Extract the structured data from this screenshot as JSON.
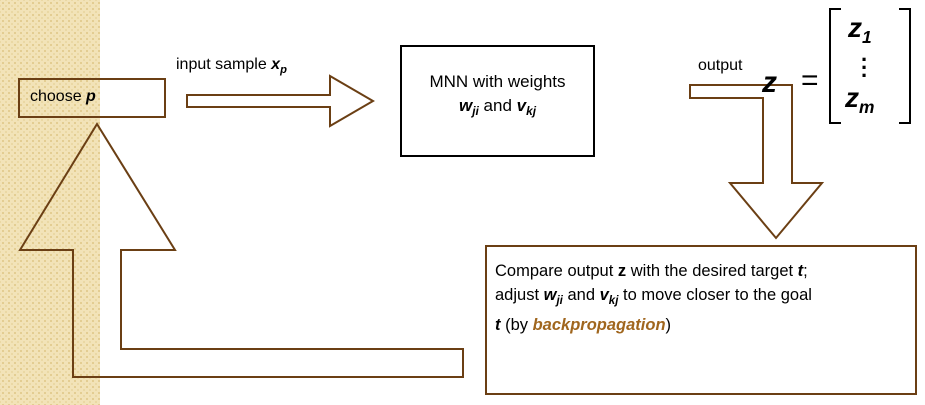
{
  "choose_box": {
    "text": "choose ",
    "var": "p"
  },
  "input_label": {
    "text": "input sample ",
    "var": "x",
    "sub": "p"
  },
  "mnn_box": {
    "line1": "MNN with weights",
    "w": "w",
    "w_sub": "ji",
    "and": " and ",
    "v": "v",
    "v_sub": "kj"
  },
  "output_label": "output",
  "matrix": {
    "lhs": "z",
    "eq": "=",
    "top": "z",
    "top_sub": "1",
    "dots": ".\n.\n.",
    "bottom": "z",
    "bottom_sub": "m"
  },
  "compare_box": {
    "t1": "Compare output ",
    "z": "z",
    "t2": " with the desired target ",
    "t": "t",
    "t3": ";",
    "t4": "adjust ",
    "w": "w",
    "w_sub": "ji",
    "t5": " and ",
    "v": "v",
    "v_sub": "kj",
    "t6": " to move closer to the goal",
    "t7": "t",
    "t8": " (by ",
    "bp": "backpropagation",
    "t9": ")"
  },
  "colors": {
    "arrow_stroke": "#6b3f14",
    "stripe": "#f2e3b8",
    "accent": "#a0661e"
  }
}
